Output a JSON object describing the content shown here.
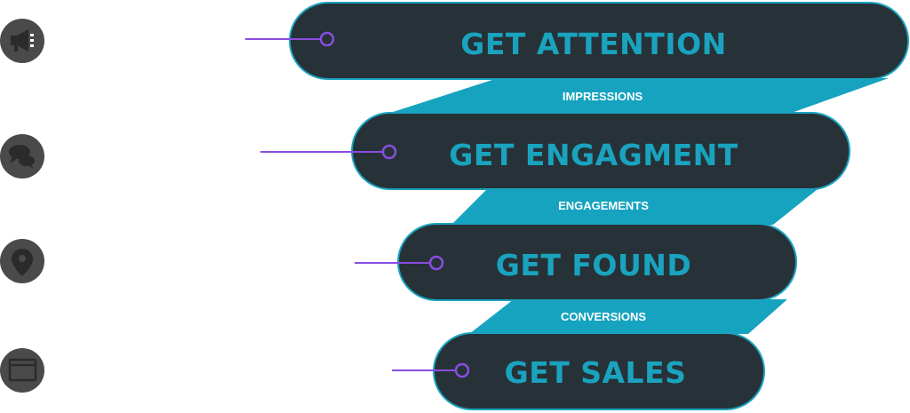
{
  "funnel": {
    "stages": [
      {
        "label": "GET ATTENTION",
        "icon": "megaphone-icon"
      },
      {
        "label": "GET ENGAGMENT",
        "icon": "chat-bubbles-icon"
      },
      {
        "label": "GET FOUND",
        "icon": "map-pin-icon"
      },
      {
        "label": "GET SALES",
        "icon": "browser-window-icon"
      }
    ],
    "connectors": [
      {
        "label": "IMPRESSIONS"
      },
      {
        "label": "ENGAGEMENTS"
      },
      {
        "label": "CONVERSIONS"
      }
    ]
  },
  "colors": {
    "pill_fill": "#263238",
    "pill_stroke": "#1aa3bf",
    "pill_text": "#1aa3bf",
    "band_fill": "#16a3bf",
    "band_text": "#ffffff",
    "leader_line": "#8a4de0",
    "icon_circle": "#4a4a4a",
    "icon_glyph": "#2b2b2b"
  }
}
